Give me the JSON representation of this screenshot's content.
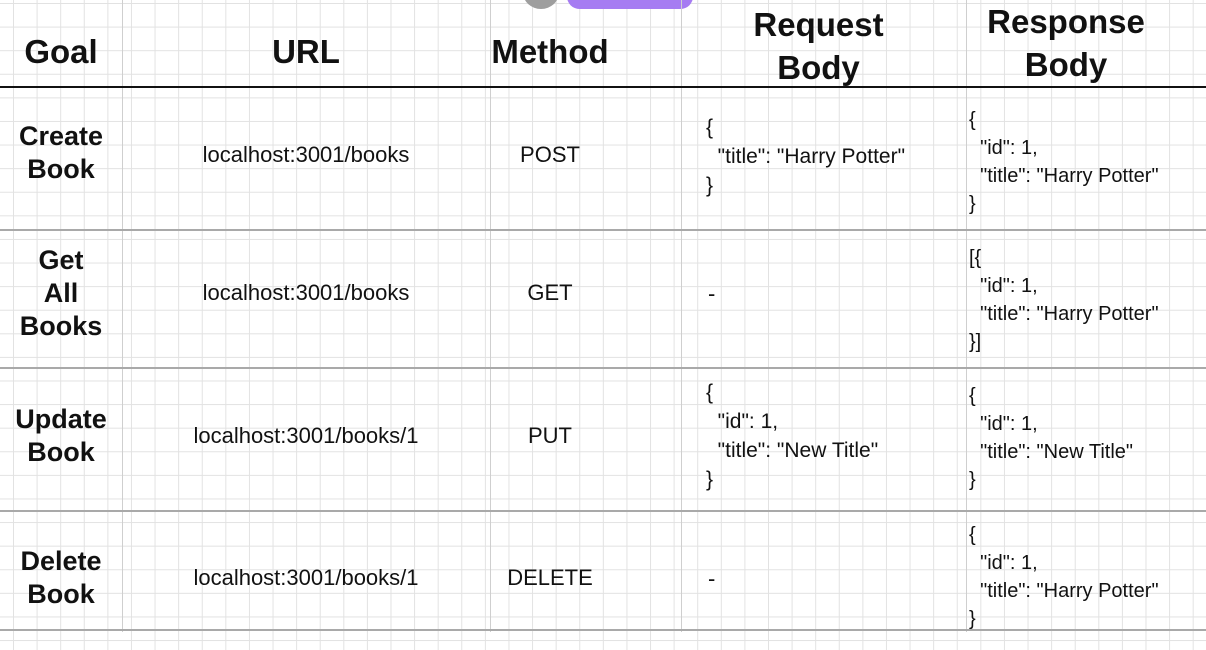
{
  "columns": {
    "goal": "Goal",
    "url": "URL",
    "method": "Method",
    "request_body": [
      "Request",
      "Body"
    ],
    "response_body": [
      "Response",
      "Body"
    ]
  },
  "rows": [
    {
      "goal": [
        "Create",
        "Book"
      ],
      "url": "localhost:3001/books",
      "method": "POST",
      "request_body": "{\n  \"title\": \"Harry Potter\"\n}",
      "response_body": "{\n  \"id\": 1,\n  \"title\": \"Harry Potter\"\n}"
    },
    {
      "goal": [
        "Get",
        "All",
        "Books"
      ],
      "url": "localhost:3001/books",
      "method": "GET",
      "request_body": "-",
      "response_body": "[{\n  \"id\": 1,\n  \"title\": \"Harry Potter\"\n}]"
    },
    {
      "goal": [
        "Update",
        "Book"
      ],
      "url": "localhost:3001/books/1",
      "method": "PUT",
      "request_body": "{\n  \"id\": 1,\n  \"title\": \"New Title\"\n}",
      "response_body": "{\n  \"id\": 1,\n  \"title\": \"New Title\"\n}"
    },
    {
      "goal": [
        "Delete",
        "Book"
      ],
      "url": "localhost:3001/books/1",
      "method": "DELETE",
      "request_body": "-",
      "response_body": "{\n  \"id\": 1,\n  \"title\": \"Harry Potter\"\n}"
    }
  ],
  "colors": {
    "toolbar_circle": "#9e9e9e",
    "toolbar_pill": "#a67cf2",
    "grid": "#e2e2e2",
    "row_rule": "#a9a9a9"
  }
}
